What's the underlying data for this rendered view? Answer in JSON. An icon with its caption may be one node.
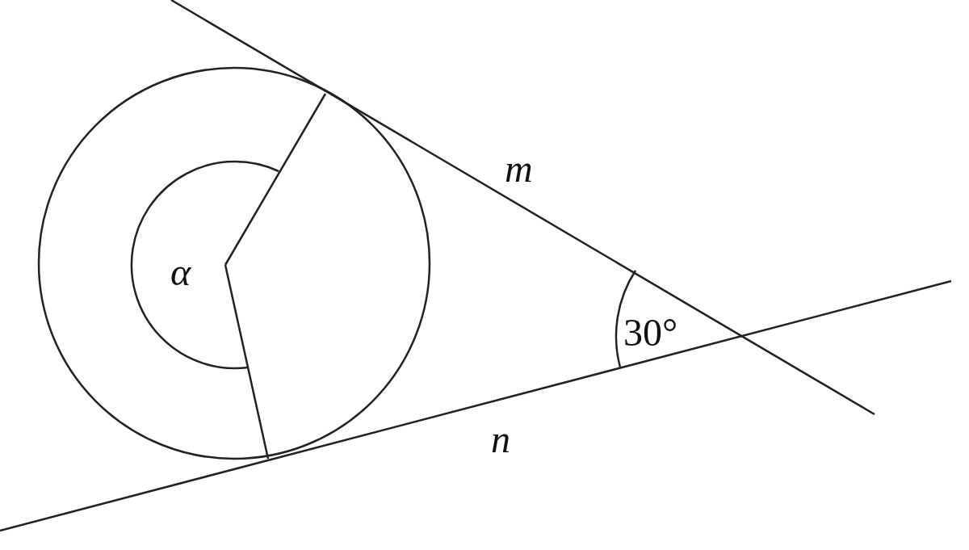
{
  "diagram": {
    "labels": [
      "m",
      "α",
      "30°",
      "n"
    ]
  }
}
